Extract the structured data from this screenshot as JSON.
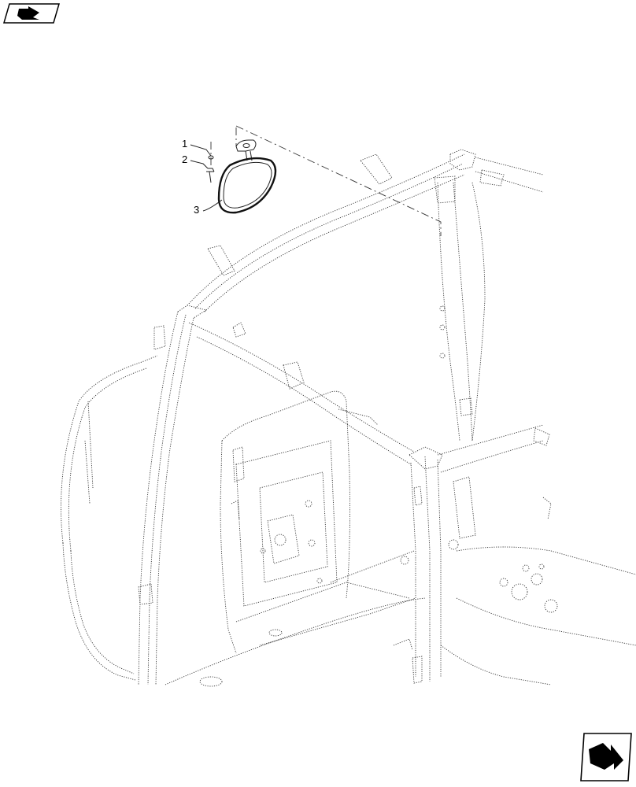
{
  "header": {
    "section_icon": "previous-section-arrow-icon"
  },
  "callouts": [
    {
      "number": "1"
    },
    {
      "number": "2"
    },
    {
      "number": "3"
    }
  ],
  "footer": {
    "next_icon": "next-page-arrow-icon"
  }
}
